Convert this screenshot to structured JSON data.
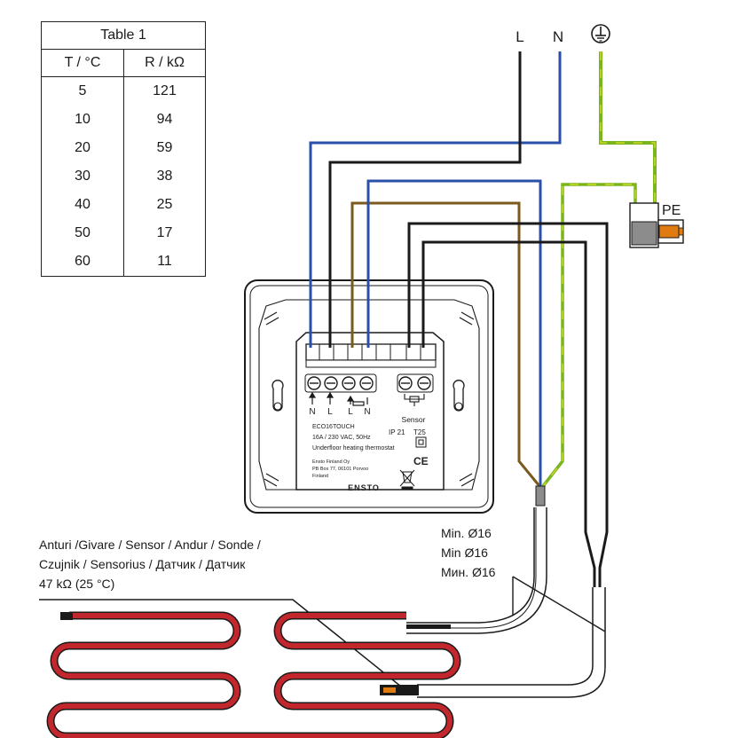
{
  "table": {
    "caption": "Table 1",
    "headers": [
      "T / °C",
      "R / kΩ"
    ],
    "rows": [
      [
        "5",
        "121"
      ],
      [
        "10",
        "94"
      ],
      [
        "20",
        "59"
      ],
      [
        "30",
        "38"
      ],
      [
        "40",
        "25"
      ],
      [
        "50",
        "17"
      ],
      [
        "60",
        "11"
      ]
    ]
  },
  "supply": {
    "line_label": "L",
    "neutral_label": "N",
    "earth_symbol": "earth-ground-icon"
  },
  "pe_label": "PE",
  "thermostat": {
    "terminal_labels": [
      "N",
      "L",
      "L",
      "N"
    ],
    "sensor_label": "Sensor",
    "model": "ECO16TOUCH",
    "rating": "16A / 230 VAC, 50Hz",
    "description": "Underfloor heating thermostat",
    "ip": "IP 21",
    "temp_class": "T25",
    "manufacturer": "Ensto Finland Oy",
    "address": "PB Box 77, 06101 Porvoo",
    "country": "Finland",
    "brand": "ENSTO",
    "ce_mark": "CE"
  },
  "conduit_labels": [
    "Min. Ø16",
    "Min Ø16",
    "Мин. Ø16"
  ],
  "sensor_caption": {
    "line1": "Anturi /Givare / Sensor / Andur / Sonde /",
    "line2": "Czujnik / Sensorius / Датчик / Датчик",
    "line3": "47 kΩ (25 °C)"
  },
  "colors": {
    "line_wire": "#1a1a1a",
    "neutral_wire": "#2a4fa8",
    "earth_wire_green": "#7ab51d",
    "earth_wire_yellow": "#d9e021",
    "load_wire": "#7a5a1e",
    "heating_cable": "#c1272d",
    "connector": "#e07b12"
  }
}
